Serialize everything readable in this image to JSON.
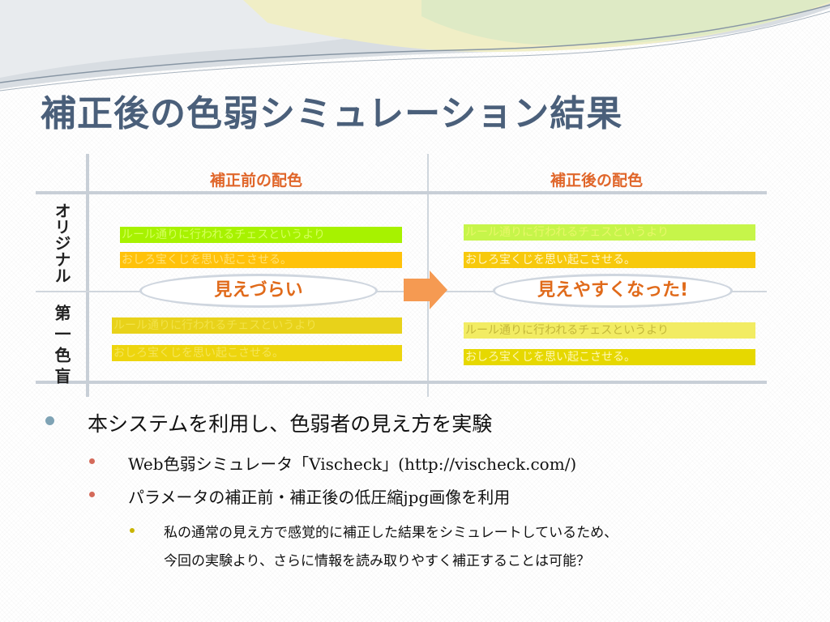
{
  "slide": {
    "title": "補正後の色弱シミュレーション結果"
  },
  "table": {
    "col_headers": [
      "補正前の配色",
      "補正後の配色"
    ],
    "row_labels": [
      "オリジナル",
      "第一色盲"
    ],
    "sample_lines": [
      "ルール通りに行われるチェスというより",
      "おしろ宝くじを思い起こさせる。"
    ],
    "pill_left": "見えづらい",
    "pill_right": "見えやすくなった!",
    "colors": {
      "header_text": "#e0662a",
      "before_original_bg1": "#a7f200",
      "before_original_bg2": "#ffc20a",
      "before_original_text1": "#d6ff5e",
      "before_original_text2": "#ffe177",
      "before_protan_bg1": "#e8d21a",
      "before_protan_bg2": "#edd50e",
      "before_protan_text": "#f2e24a",
      "after_original_bg1": "#c6f54a",
      "after_original_bg2": "#f7c90c",
      "after_original_text1": "#e8f76a",
      "after_original_text2": "#fff6c7",
      "after_protan_bg1": "#f2ec63",
      "after_protan_bg2": "#e6d800",
      "after_protan_text1": "#c4b83a",
      "after_protan_text2": "#fff7b5"
    }
  },
  "bullets": {
    "level1": "本システムを利用し、色弱者の見え方を実験",
    "level2": [
      "Web色弱シミュレータ「Vischeck」(http://vischeck.com/)",
      "パラメータの補正前・補正後の低圧縮jpg画像を利用"
    ],
    "level3": [
      "私の通常の見え方で感覚的に補正した結果をシミュレートしているため、",
      "今回の実験より、さらに情報を読み取りやすく補正することは可能？"
    ],
    "colors": {
      "level1_bullet": "#7fa3b5",
      "level2_bullet": "#d46a5a",
      "level3_bullet": "#c9b400"
    }
  }
}
